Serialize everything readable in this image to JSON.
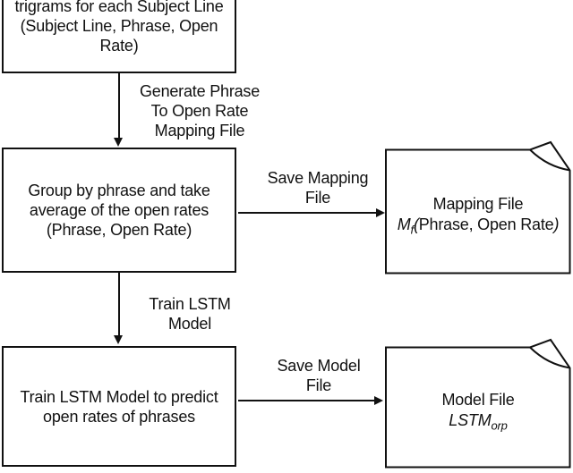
{
  "diagram": {
    "background": "#ffffff",
    "line_color": "#111111",
    "nodes": {
      "trigrams": {
        "lines": [
          "trigrams for each Subject Line",
          "(Subject Line, Phrase, Open",
          "Rate)"
        ]
      },
      "group": {
        "lines": [
          "Group by phrase and take",
          "average of the open rates",
          "(Phrase, Open Rate)"
        ]
      },
      "train": {
        "lines": [
          "Train LSTM Model to predict",
          "open rates of phrases"
        ]
      },
      "mapping_file": {
        "title": "Mapping File",
        "var": "M",
        "sub": "f",
        "open_paren": "(",
        "args": "Phrase, Open Rate",
        "close_paren": ")"
      },
      "model_file": {
        "title": "Model File",
        "var": "LSTM",
        "sub": "orp"
      }
    },
    "edges": {
      "generate_mapping": {
        "lines": [
          "Generate Phrase",
          "To Open Rate",
          "Mapping File"
        ]
      },
      "save_mapping": {
        "lines": [
          "Save Mapping",
          "File"
        ]
      },
      "train_lstm": {
        "lines": [
          "Train LSTM",
          "Model"
        ]
      },
      "save_model": {
        "lines": [
          "Save Model",
          "File"
        ]
      }
    }
  }
}
